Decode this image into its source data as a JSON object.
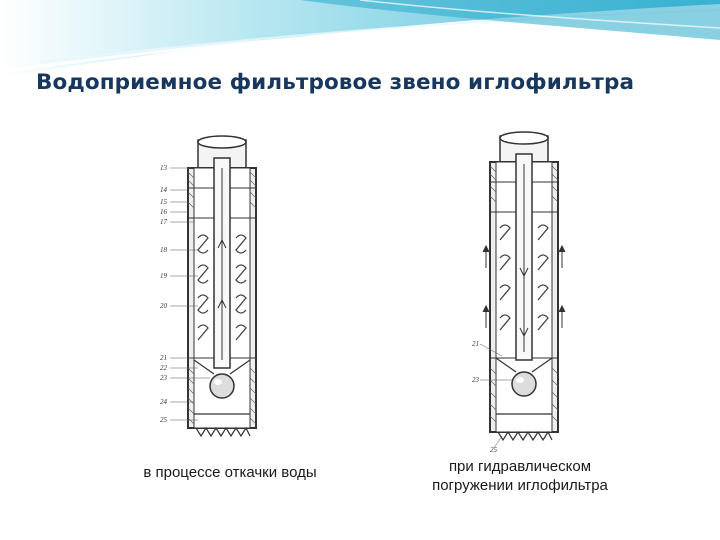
{
  "slide": {
    "title": "Водоприемное фильтровое звено иглофильтра",
    "colors": {
      "title": "#17375e",
      "banner": "#4dc0dc",
      "drawing": "#333333"
    }
  },
  "figures": [
    {
      "caption": "в процессе откачки воды",
      "labels": [
        "13",
        "14",
        "15",
        "16",
        "17",
        "18",
        "19",
        "20",
        "21",
        "22",
        "23",
        "24",
        "25"
      ]
    },
    {
      "caption_lines": [
        "при гидравлическом",
        "погружении иглофильтра"
      ],
      "labels": [
        "21",
        "23",
        "25"
      ]
    }
  ]
}
